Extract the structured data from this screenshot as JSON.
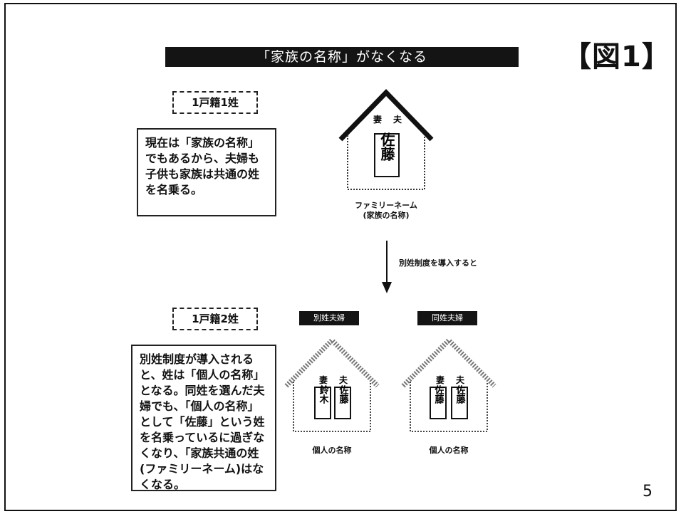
{
  "slide": {
    "title": "「家族の名称」がなくなる",
    "figure_label": "【図1】",
    "page_number": "5"
  },
  "top": {
    "tag": "1戸籍1姓",
    "note": "現在は「家族の名称」でもあるから、夫婦も子供も家族は共通の姓を名乗る。",
    "house": {
      "wife": "妻",
      "husband": "夫",
      "name": "佐藤",
      "caption_line1": "ファミリーネーム",
      "caption_line2": "(家族の名称)"
    }
  },
  "arrow": {
    "label": "別姓制度を導入すると"
  },
  "bottom": {
    "tag": "1戸籍2姓",
    "note": "別姓制度が導入されると、姓は「個人の名称」となる。同姓を選んだ夫婦でも、「個人の名称」として「佐藤」という姓を名乗っているに過ぎなくなり、「家族共通の姓(ファミリーネーム)はなくなる。",
    "houses": [
      {
        "tag": "別姓夫婦",
        "wife": "妻",
        "husband": "夫",
        "wife_name": "鈴木",
        "husband_name": "佐藤",
        "caption": "個人の名称"
      },
      {
        "tag": "同姓夫婦",
        "wife": "妻",
        "husband": "夫",
        "wife_name": "佐藤",
        "husband_name": "佐藤",
        "caption": "個人の名称"
      }
    ]
  }
}
